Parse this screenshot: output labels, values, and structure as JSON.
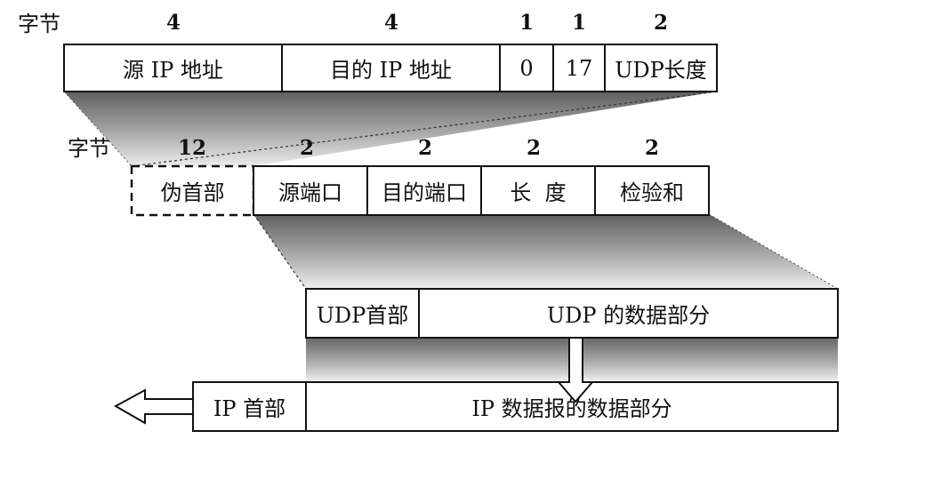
{
  "row1": {
    "unit_label": "字节",
    "sizes": [
      "4",
      "4",
      "1",
      "1",
      "2"
    ],
    "fields": [
      "源 IP 地址",
      "目的 IP 地址",
      "0",
      "17",
      "UDP长度"
    ]
  },
  "row2": {
    "unit_label": "字节",
    "sizes": [
      "12",
      "2",
      "2",
      "2",
      "2"
    ],
    "fields": [
      "伪首部",
      "源端口",
      "目的端口",
      "长  度",
      "检验和"
    ]
  },
  "row3": {
    "header": "UDP首部",
    "data": "UDP 的数据部分"
  },
  "row4": {
    "header": "IP 首部",
    "data": "IP 数据报的数据部分"
  },
  "colors": {
    "line": "#111111",
    "shade_dark": "#6e6e6e",
    "shade_light": "#f2f2f2"
  }
}
